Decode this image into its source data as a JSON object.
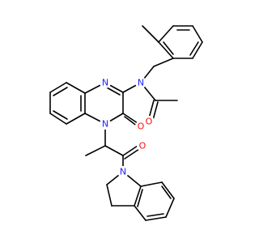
{
  "molecule": {
    "atoms": [
      {
        "id": "n_top",
        "symbol": "N",
        "color": "#1f1fff"
      },
      {
        "id": "n_amide",
        "symbol": "N",
        "color": "#1f1fff"
      },
      {
        "id": "o_acetyl",
        "symbol": "O",
        "color": "#ff0d0d"
      },
      {
        "id": "n_ring",
        "symbol": "N",
        "color": "#1f1fff"
      },
      {
        "id": "o_ring",
        "symbol": "O",
        "color": "#ff0d0d"
      },
      {
        "id": "o_ketone",
        "symbol": "O",
        "color": "#ff0d0d"
      },
      {
        "id": "n_indoline",
        "symbol": "N",
        "color": "#1f1fff"
      }
    ],
    "bond_color": "#000000"
  }
}
